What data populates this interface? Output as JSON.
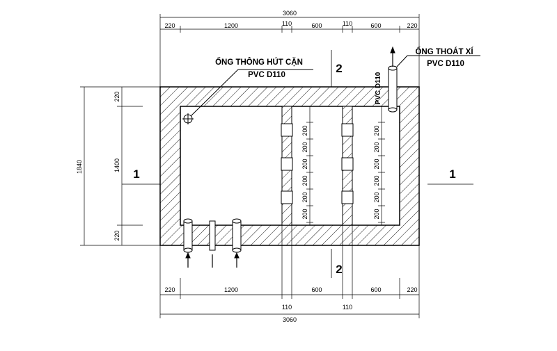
{
  "drawing": {
    "total_width": "3060",
    "total_height": "1840",
    "top_segments": [
      "220",
      "1200",
      "110",
      "600",
      "110",
      "600",
      "220"
    ],
    "bottom_segments": [
      "220",
      "1200",
      "600",
      "600",
      "220"
    ],
    "bottom_walls": [
      "110",
      "110"
    ],
    "left_segments": [
      "220",
      "1400",
      "220"
    ],
    "section_1": "1",
    "section_2": "2",
    "baffle_gap": "200",
    "inlet_label_line1": "ỐNG THÔNG HÚT CẶN",
    "inlet_label_line2": "PVC D110",
    "outlet_label_line1": "ỐNG THOÁT XÍ",
    "outlet_label_line2": "PVC  D110",
    "vertical_pipe_label": "PVC D110"
  },
  "colors": {
    "line": "#000000",
    "hatch": "#000000",
    "background": "#ffffff"
  }
}
